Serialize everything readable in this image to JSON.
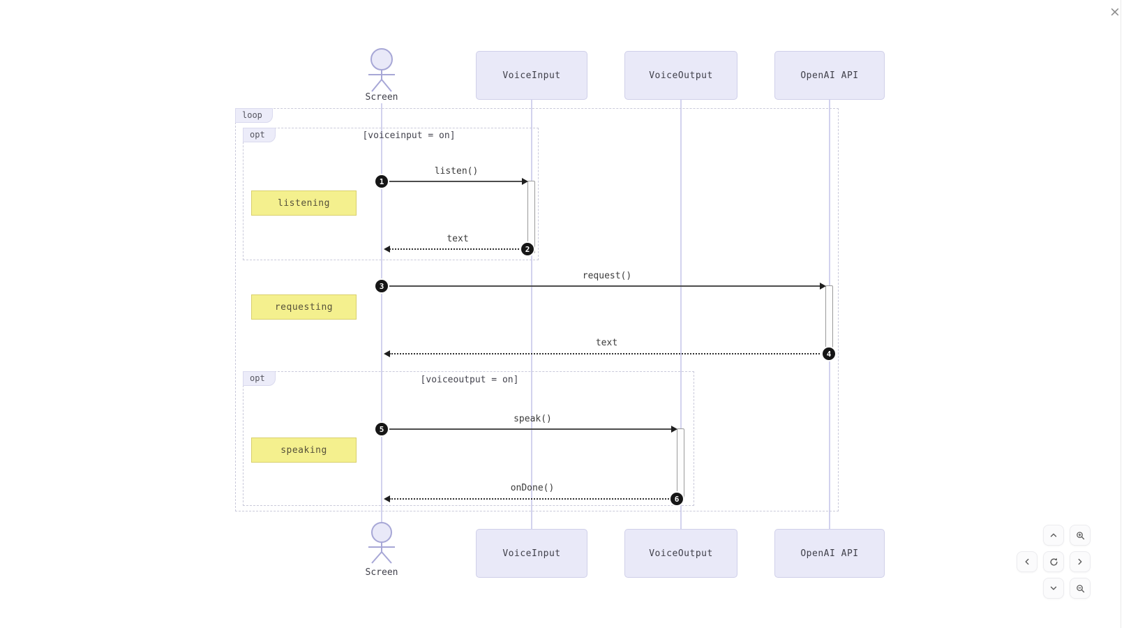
{
  "window": {
    "close_glyph": "×"
  },
  "diagram": {
    "actor": {
      "name": "Screen"
    },
    "participants": [
      {
        "label": "VoiceInput"
      },
      {
        "label": "VoiceOutput"
      },
      {
        "label": "OpenAI API"
      }
    ],
    "frames": {
      "loop": {
        "label": "loop"
      },
      "opt1": {
        "label": "opt",
        "condition": "[voiceinput = on]"
      },
      "opt2": {
        "label": "opt",
        "condition": "[voiceoutput = on]"
      }
    },
    "messages": [
      {
        "num": "1",
        "label": "listen()",
        "from": "Screen",
        "to": "VoiceInput",
        "style": "solid"
      },
      {
        "num": "2",
        "label": "text",
        "from": "VoiceInput",
        "to": "Screen",
        "style": "dotted"
      },
      {
        "num": "3",
        "label": "request()",
        "from": "Screen",
        "to": "OpenAI API",
        "style": "solid"
      },
      {
        "num": "4",
        "label": "text",
        "from": "OpenAI API",
        "to": "Screen",
        "style": "dotted"
      },
      {
        "num": "5",
        "label": "speak()",
        "from": "Screen",
        "to": "VoiceOutput",
        "style": "solid"
      },
      {
        "num": "6",
        "label": "onDone()",
        "from": "VoiceOutput",
        "to": "Screen",
        "style": "dotted"
      }
    ],
    "notes": [
      {
        "label": "listening"
      },
      {
        "label": "requesting"
      },
      {
        "label": "speaking"
      }
    ],
    "colors": {
      "participant_fill": "#e9e9f8",
      "participant_border": "#cfcfe9",
      "note_fill": "#f4f08e",
      "note_border": "#d9d06c",
      "lifeline": "#d2d2ee",
      "badge": "#161616"
    }
  },
  "controls": {
    "pan_up": "pan-up",
    "pan_down": "pan-down",
    "pan_left": "pan-left",
    "pan_right": "pan-right",
    "reset_view": "reset-view",
    "zoom_in": "zoom-in",
    "zoom_out": "zoom-out"
  }
}
